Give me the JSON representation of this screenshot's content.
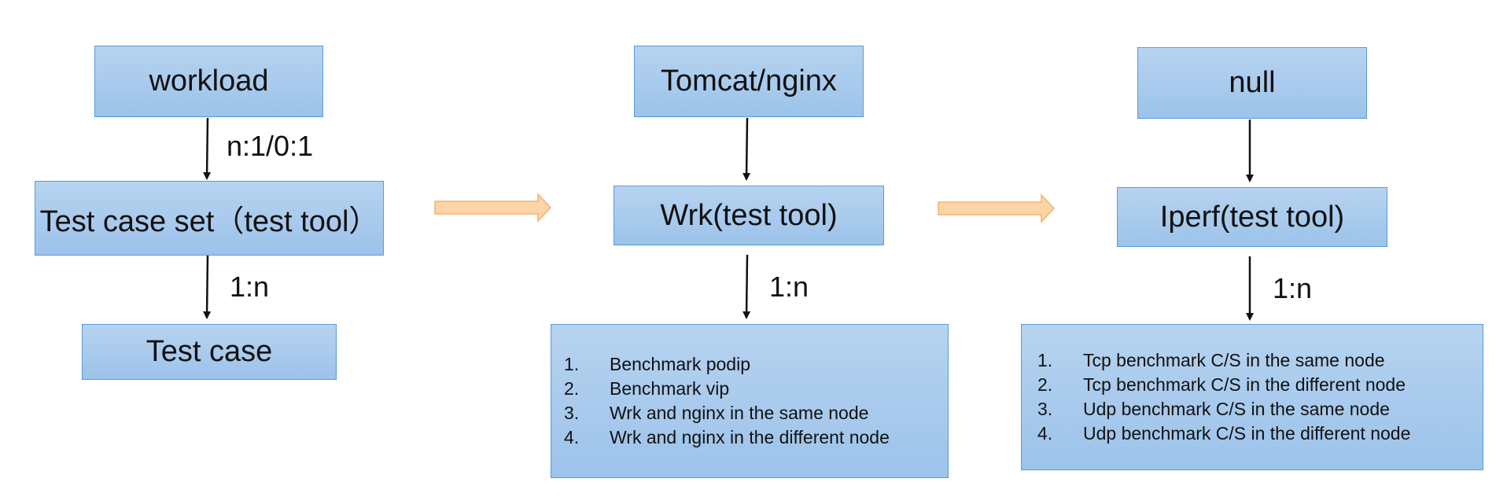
{
  "columns": [
    {
      "top": "workload",
      "edge1": "n:1/0:1",
      "middle": "Test case set（test tool）",
      "edge2": "1:n",
      "bottom": "Test case"
    },
    {
      "top": "Tomcat/nginx",
      "middle": "Wrk(test tool)",
      "edge2": "1:n",
      "items": [
        {
          "num": "1.",
          "text": "Benchmark podip"
        },
        {
          "num": "2.",
          "text": "Benchmark vip"
        },
        {
          "num": "3.",
          "text": "Wrk and nginx in the same node"
        },
        {
          "num": "4.",
          "text": "Wrk and nginx in the different node"
        }
      ]
    },
    {
      "top": "null",
      "middle": "Iperf(test tool)",
      "edge2": "1:n",
      "items": [
        {
          "num": "1.",
          "text": "Tcp benchmark C/S in the same node"
        },
        {
          "num": "2.",
          "text": "Tcp benchmark C/S in the different node"
        },
        {
          "num": "3.",
          "text": "Udp benchmark C/S in the same node"
        },
        {
          "num": "4.",
          "text": "Udp benchmark C/S in the different node"
        }
      ]
    }
  ],
  "colors": {
    "box_border": "#5b9bd5",
    "box_fill": "#a8cbee",
    "transition_arrow_fill": "#fbd5a5",
    "transition_arrow_stroke": "#f4b26b",
    "connector": "#111111"
  }
}
